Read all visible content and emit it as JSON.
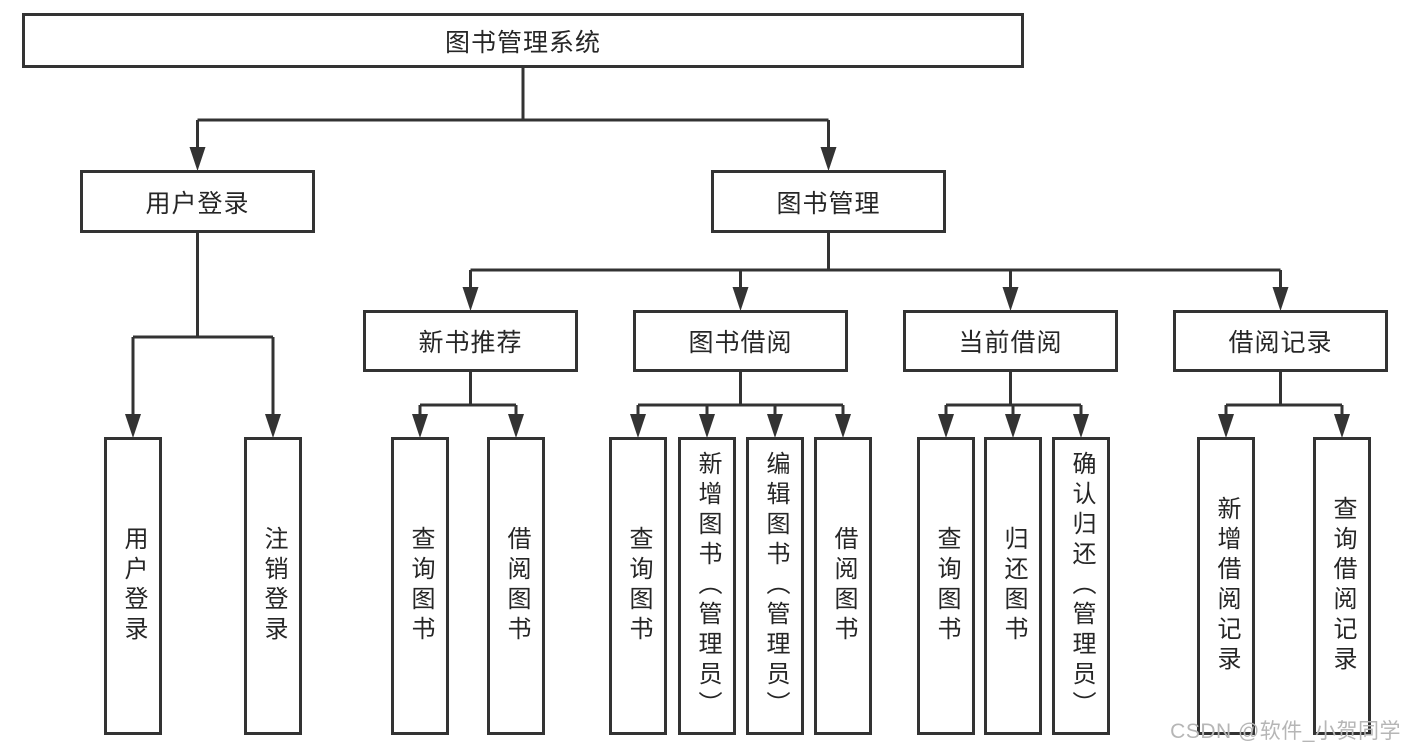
{
  "diagram": {
    "root": "图书管理系统",
    "branches": [
      {
        "label": "用户登录",
        "children": [
          "用户登录",
          "注销登录"
        ]
      },
      {
        "label": "图书管理",
        "groups": [
          {
            "label": "新书推荐",
            "children": [
              "查询图书",
              "借阅图书"
            ]
          },
          {
            "label": "图书借阅",
            "children": [
              "查询图书",
              "新增图书（管理员）",
              "编辑图书（管理员）",
              "借阅图书"
            ]
          },
          {
            "label": "当前借阅",
            "children": [
              "查询图书",
              "归还图书",
              "确认归还（管理员）"
            ]
          },
          {
            "label": "借阅记录",
            "children": [
              "新增借阅记录",
              "查询借阅记录"
            ]
          }
        ]
      }
    ]
  },
  "watermark": {
    "text": "CSDN @软件_小贺同学"
  },
  "colors": {
    "line": "#333333",
    "box_border": "#333333",
    "text": "#262626",
    "watermark": "#b6b6b6",
    "background": "#ffffff"
  }
}
